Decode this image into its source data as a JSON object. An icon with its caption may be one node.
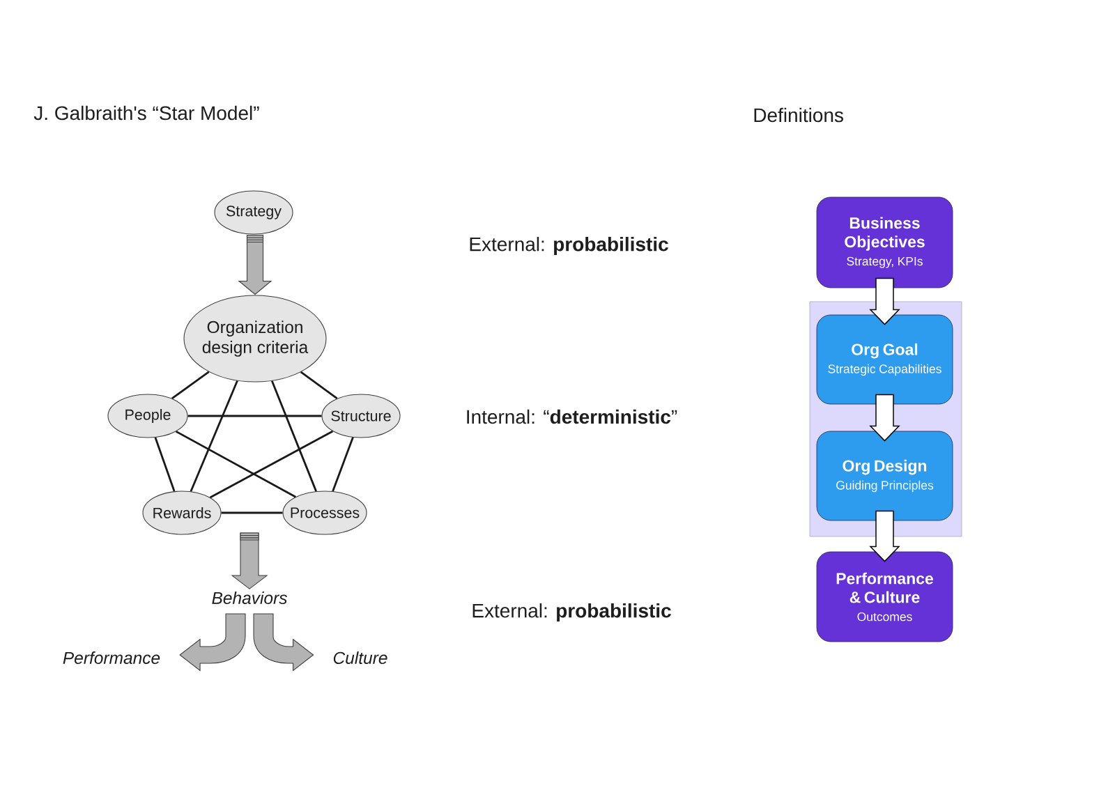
{
  "diagram": {
    "title": "J. Galbraith's “Star Model”",
    "nodes": [
      {
        "text": [
          "Strategy"
        ]
      },
      {
        "text": [
          "Organization design criteria"
        ]
      },
      {
        "text": [
          "People"
        ]
      },
      {
        "text": [
          "Structure"
        ]
      },
      {
        "text": [
          "Rewards"
        ]
      },
      {
        "text": [
          "Processes"
        ]
      },
      {
        "text": [
          "Behaviors"
        ]
      },
      {
        "text": [
          "Performance"
        ]
      },
      {
        "text": [
          "Culture"
        ]
      },
      {
        "text": [
          "Business Objectives",
          "Strategy, KPIs"
        ]
      },
      {
        "text": [],
        "shape": "box"
      },
      {
        "text": [
          "Org Goal",
          "Strategic Capabilities"
        ],
        "in": 10
      },
      {
        "text": [
          "Org Design",
          "Guiding Principles"
        ],
        "in": 10
      },
      {
        "text": [
          "Performance & Culture",
          "Outcomes"
        ]
      }
    ],
    "edges": [
      {
        "from": 0,
        "to": 1,
        "arrow": "to",
        "style": "thick",
        "color": "#b3b3b3"
      },
      {
        "from": 1,
        "to": 2,
        "arrow": "none"
      },
      {
        "from": 1,
        "to": 3,
        "arrow": "none"
      },
      {
        "from": 1,
        "to": 4,
        "arrow": "none"
      },
      {
        "from": 1,
        "to": 5,
        "arrow": "none"
      },
      {
        "from": 2,
        "to": 3,
        "arrow": "none"
      },
      {
        "from": 2,
        "to": 4,
        "arrow": "none"
      },
      {
        "from": 2,
        "to": 5,
        "arrow": "none"
      },
      {
        "from": 3,
        "to": 4,
        "arrow": "none"
      },
      {
        "from": 3,
        "to": 5,
        "arrow": "none"
      },
      {
        "from": 4,
        "to": 5,
        "arrow": "none"
      },
      {
        "from": null,
        "to": 6,
        "arrow": "to",
        "style": "thick",
        "color": "#b3b3b3"
      },
      {
        "from": 6,
        "to": 7,
        "arrow": "to",
        "style": "thick",
        "color": "#b3b3b3"
      },
      {
        "from": 6,
        "to": 8,
        "arrow": "to",
        "style": "thick",
        "color": "#b3b3b3"
      },
      {
        "from": 9,
        "to": 11,
        "arrow": "to",
        "style": "thick"
      },
      {
        "from": 11,
        "to": 12,
        "arrow": "to",
        "style": "thick"
      },
      {
        "from": 12,
        "to": 13,
        "arrow": "to",
        "style": "thick"
      }
    ],
    "labels": [
      "Definitions",
      "External: **probabilistic**",
      "Internal: “**deterministic**”",
      "External: **probabilistic**"
    ]
  }
}
